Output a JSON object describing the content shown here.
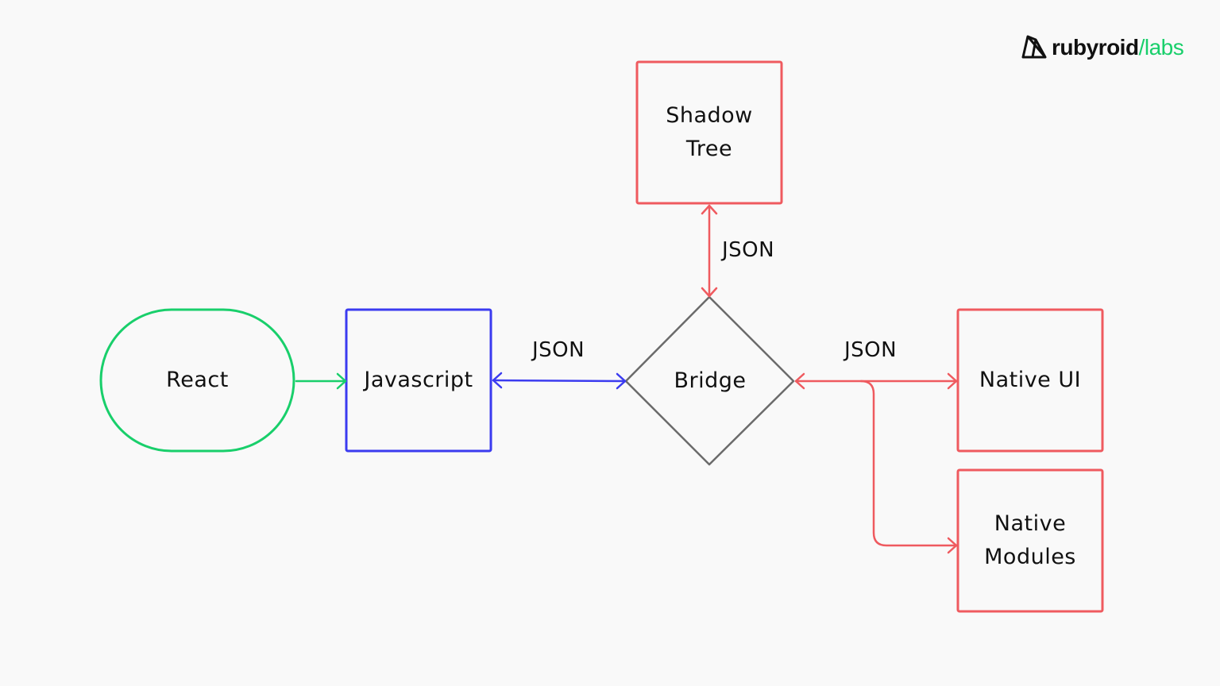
{
  "colors": {
    "background": "#f9f9f9",
    "react": "#19cf6b",
    "javascript": "#3b3bf0",
    "bridge": "#6b6b6b",
    "native": "#ef5a5f",
    "text": "#111111"
  },
  "logo": {
    "name": "rubyroid",
    "accent": "/labs",
    "icon": "ruby-gem-icon"
  },
  "nodes": {
    "react": "React",
    "javascript": "Javascript",
    "bridge": "Bridge",
    "shadow_tree": "Shadow\nTree",
    "native_ui": "Native UI",
    "native_modules": "Native\nModules"
  },
  "edges": {
    "js_bridge": "JSON",
    "bridge_shadow": "JSON",
    "bridge_native": "JSON"
  }
}
